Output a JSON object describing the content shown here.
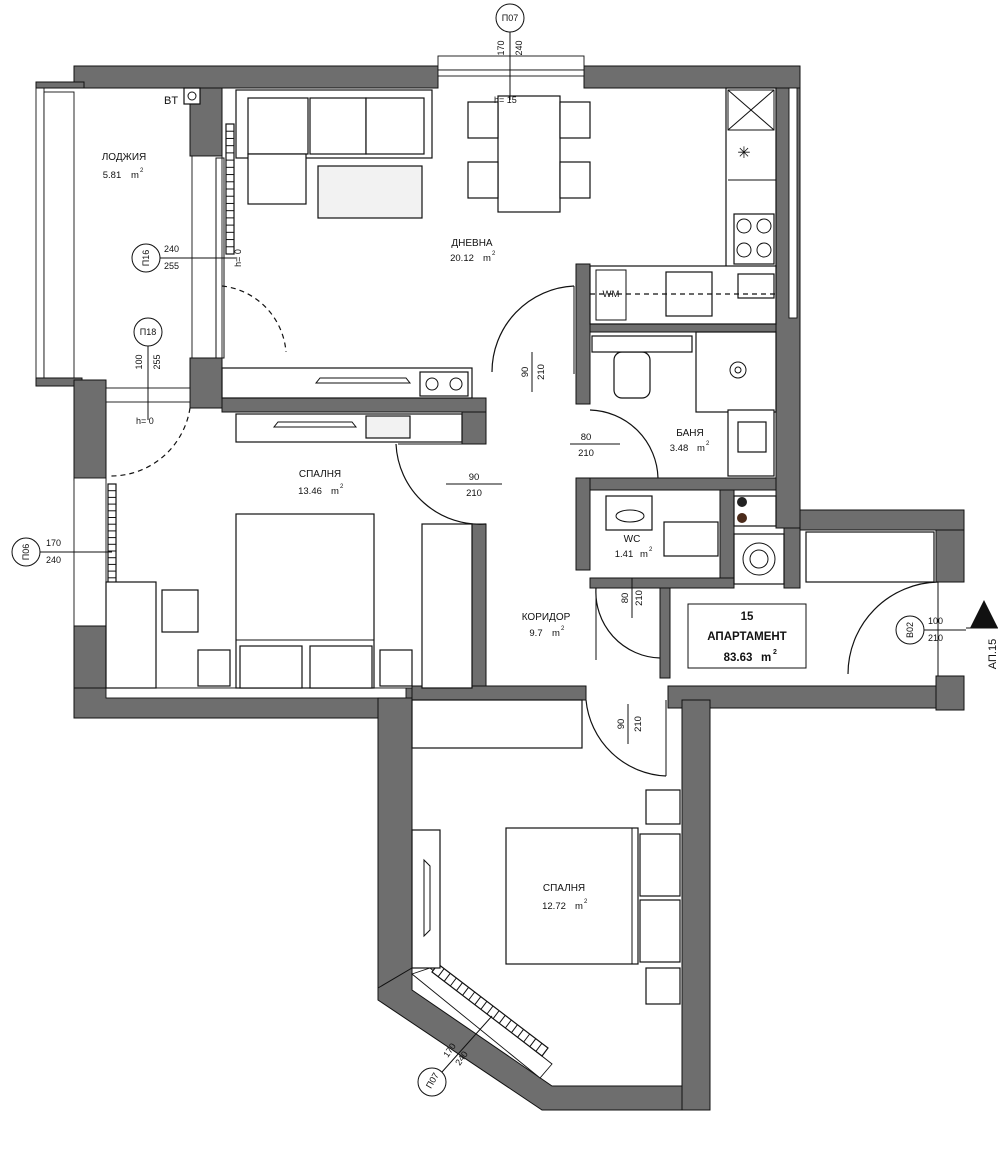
{
  "rooms": [
    {
      "name": "ЛОДЖИЯ",
      "area": "5.81"
    },
    {
      "name": "ДНЕВНА",
      "area": "20.12"
    },
    {
      "name": "СПАЛНЯ",
      "area": "13.46"
    },
    {
      "name": "БАНЯ",
      "area": "3.48"
    },
    {
      "name": "WC",
      "area": "1.41"
    },
    {
      "name": "КОРИДОР",
      "area": "9.7"
    },
    {
      "name": "СПАЛНЯ",
      "area": "12.72"
    }
  ],
  "area_unit": "m",
  "area_unit_sup": "2",
  "apartment": {
    "number": "15",
    "title": "АПАРТАМЕНТ",
    "area": "83.63",
    "unit": "m",
    "unit_sup": "2"
  },
  "entrance_label": "АП.15",
  "bt_label": "BT",
  "tags": [
    "П07",
    "П16",
    "П18",
    "П06",
    "В02",
    "П07"
  ],
  "sill_heights": [
    "h= 15",
    "h= 0",
    "h= 0"
  ],
  "dimensions": {
    "p07_top": [
      "170",
      "240"
    ],
    "p16": [
      "240",
      "255"
    ],
    "p18": [
      "100",
      "255"
    ],
    "p06": [
      "170",
      "240"
    ],
    "b02": [
      "100",
      "210"
    ],
    "p07_bottom": [
      "170",
      "240"
    ],
    "doors": [
      [
        "90",
        "210"
      ],
      [
        "80",
        "210"
      ],
      [
        "90",
        "210"
      ],
      [
        "80",
        "210"
      ],
      [
        "90",
        "210"
      ],
      [
        "WM"
      ]
    ]
  }
}
